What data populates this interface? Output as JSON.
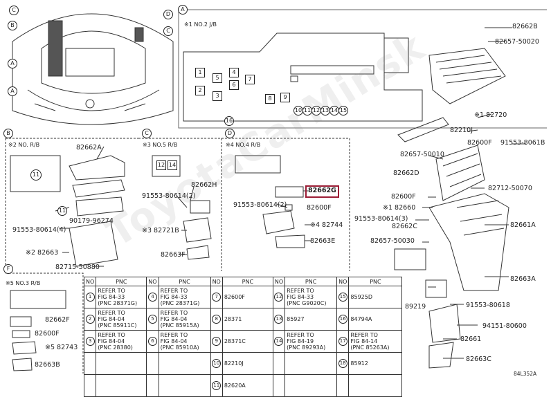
{
  "watermark": "ToyotaCarMinsk",
  "code": "84L352A",
  "accent_color": "#9b1c35",
  "section_a": {
    "letter": "A",
    "note": "※1 NO.2 J/B"
  },
  "section_b": {
    "letter": "B",
    "note": "※2 NO. R/B"
  },
  "section_c": {
    "letter": "C",
    "note": "※3 NO.5 R/B"
  },
  "section_d": {
    "letter": "D",
    "note": "※4 NO.4 R/B"
  },
  "section_f": {
    "letter": "F",
    "note": "※5 NO.3 R/B"
  },
  "engine_callouts": [
    "C",
    "B",
    "A",
    "A",
    "D",
    "C"
  ],
  "junction_block_numbers": [
    "1",
    "2",
    "3",
    "4",
    "5",
    "6",
    "7",
    "8",
    "9",
    "10",
    "11",
    "12",
    "13",
    "14",
    "15",
    "16"
  ],
  "labels": {
    "l82662B": "82662B",
    "l8265750020": "82657-50020",
    "l82720": "※1 82720",
    "l82210J": "82210J",
    "l82600F_a": "82600F",
    "l915538061B": "91553-8061B",
    "l8265750010": "82657-50010",
    "l82662D": "82662D",
    "l8271250070": "82712-50070",
    "l82600F_b": "82600F",
    "l82660": "※1 82660",
    "l9155380614_3": "91553-80614(3)",
    "l82662C": "82662C",
    "l82661A": "82661A",
    "l8265750030": "82657-50030",
    "l82663A": "82663A",
    "l89219": "89219",
    "l9155380618": "91553-80618",
    "l9415180600": "94151-80600",
    "l82661": "82661",
    "l82663C": "82663C",
    "l82662A": "82662A",
    "l9017996274": "90179-96274",
    "l9155380614_4": "91553-80614(4)",
    "l82663_b": "※2 82663",
    "l8271550880": "82715-50880",
    "l82662H": "82662H",
    "l9155380614_2a": "91553-80614(2)",
    "l82721B": "※3 82721B",
    "l82663F_c": "82663F",
    "l82662G": "82662G",
    "l9155380614_2b": "91553-80614(2)",
    "l82600F_d": "82600F",
    "l82744": "※4 82744",
    "l82663E": "82663E",
    "l82662F": "82662F",
    "l82600F_f": "82600F",
    "l82743": "※5 82743",
    "l82663B": "82663B"
  },
  "table": {
    "headers": [
      "NO",
      "PNC",
      "NO",
      "PNC",
      "NO",
      "PNC",
      "NO",
      "PNC",
      "NO",
      "PNC"
    ],
    "rows": [
      [
        [
          "1",
          "REFER TO",
          "FIG 84-33",
          "(PNC 28371G)"
        ],
        [
          "4",
          "REFER TO",
          "FIG 84-33",
          "(PNC 28371G)"
        ],
        [
          "7",
          "82600F"
        ],
        [
          "12",
          "REFER TO",
          "FIG 84-33",
          "(PNC G9020C)"
        ],
        [
          "15",
          "85925D"
        ]
      ],
      [
        [
          "2",
          "REFER TO",
          "FIG 84-04",
          "(PNC 85911C)"
        ],
        [
          "5",
          "REFER TO",
          "FIG 84-04",
          "(PNC 85915A)"
        ],
        [
          "8",
          "28371"
        ],
        [
          "13",
          "85927"
        ],
        [
          "16",
          "84794A"
        ]
      ],
      [
        [
          "3",
          "REFER TO",
          "FIG 84-04",
          "(PNC 28380)"
        ],
        [
          "6",
          "REFER TO",
          "FIG 84-04",
          "(PNC 85910A)"
        ],
        [
          "9",
          "28371C"
        ],
        [
          "14",
          "REFER TO",
          "FIG 84-19",
          "(PNC 89293A)"
        ],
        [
          "17",
          "REFER TO",
          "FIG 84-14",
          "(PNC 85263A)"
        ]
      ],
      [
        [
          "",
          "",
          ""
        ],
        [
          "",
          "",
          ""
        ],
        [
          "10",
          "82210J"
        ],
        [
          "",
          ""
        ],
        [
          "18",
          "85912"
        ]
      ],
      [
        [
          "",
          "",
          ""
        ],
        [
          "",
          "",
          ""
        ],
        [
          "11",
          "82620A"
        ],
        [
          "",
          ""
        ],
        [
          "",
          ""
        ]
      ]
    ]
  }
}
